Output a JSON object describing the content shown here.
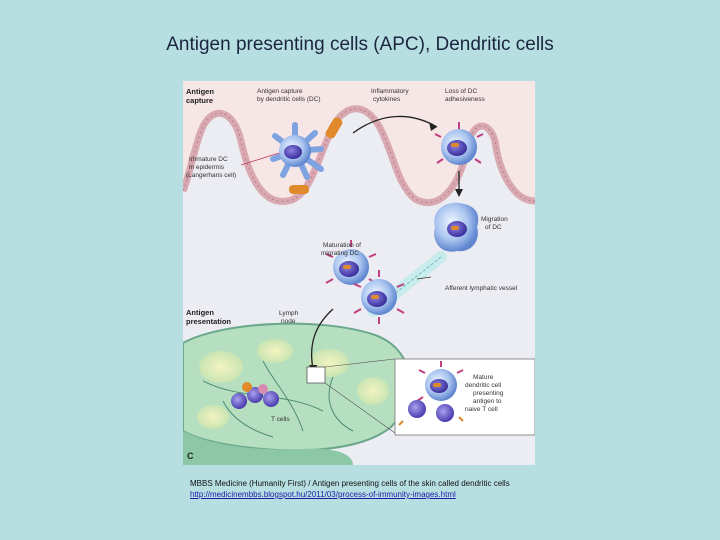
{
  "slide": {
    "title": "Antigen presenting cells (APC), Dendritic cells"
  },
  "figure": {
    "labels": {
      "antigen_capture_1": "Antigen",
      "antigen_capture_2": "capture",
      "capture_by_dc_1": "Antigen capture",
      "capture_by_dc_2": "by dendritic cells (DC)",
      "inflammatory_1": "Inflammatory",
      "inflammatory_2": "cytokines",
      "loss_1": "Loss of DC",
      "loss_2": "adhesiveness",
      "immature_1": "Immature DC",
      "immature_2": "in epidermis",
      "immature_3": "(Langerhans cell)",
      "migration_1": "Migration",
      "migration_2": "of DC",
      "maturation_1": "Maturation of",
      "maturation_2": "migrating DC",
      "afferent": "Afferent lymphatic vessel",
      "antigen_presentation_1": "Antigen",
      "antigen_presentation_2": "presentation",
      "lymph_1": "Lymph",
      "lymph_2": "node",
      "tcells": "T cells",
      "mature_1": "Mature",
      "mature_2": "dendritic cell",
      "mature_3": "presenting",
      "mature_4": "antigen to",
      "mature_5": "naive T cell",
      "panel_letter": "C"
    }
  },
  "caption": {
    "text": "MBBS Medicine (Humanity First) / Antigen presenting cells of the skin called dendritic cells",
    "link": "http://medicinembbs.blogspot.hu/2011/03/process-of-immunity-images.html"
  }
}
